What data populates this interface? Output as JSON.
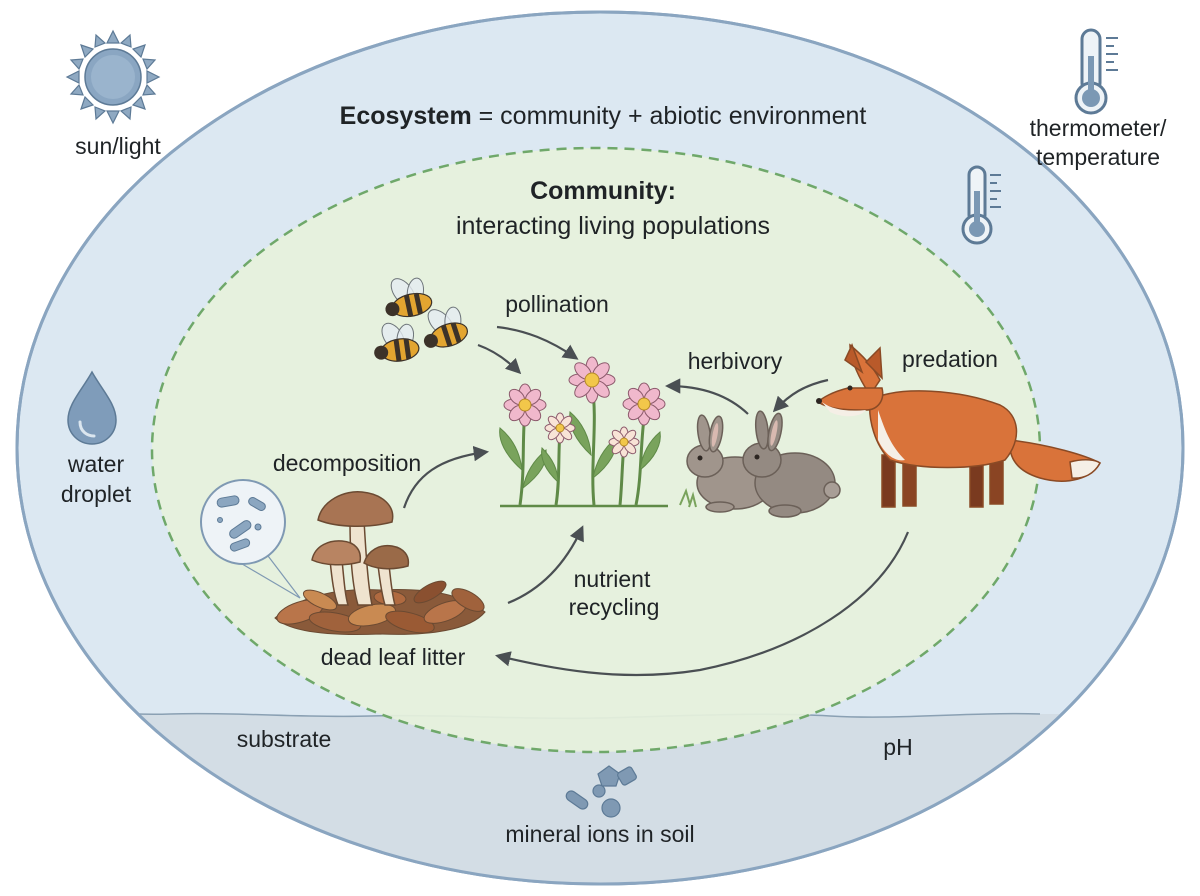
{
  "ecosystem": {
    "title_bold": "Ecosystem",
    "title_rest": " = community + abiotic environment"
  },
  "community": {
    "title": "Community:",
    "subtitle": "interacting living populations"
  },
  "abiotic": {
    "sun": "sun/light",
    "thermometer_line1": "thermometer/",
    "thermometer_line2": "temperature",
    "water_line1": "water",
    "water_line2": "droplet",
    "substrate": "substrate",
    "ph": "pH",
    "minerals": "mineral ions in soil"
  },
  "interactions": {
    "pollination": "pollination",
    "herbivory": "herbivory",
    "predation": "predation",
    "decomposition": "decomposition",
    "nutrient_line1": "nutrient",
    "nutrient_line2": "recycling",
    "litter": "dead leaf litter"
  },
  "icons": [
    "sun-icon",
    "thermometer-icon",
    "water-droplet-icon",
    "bee-icon",
    "flower-icon",
    "rabbit-icon",
    "fox-icon",
    "mushroom-icon",
    "bacteria-icon",
    "leaf-litter-icon",
    "mineral-ions-icon"
  ],
  "colors": {
    "ecosystem_fill": "#dce8f2",
    "ecosystem_stroke": "#8aa5c0",
    "community_fill": "#e6f1dc",
    "community_stroke": "#6fa86a",
    "soil": "#d3dde5",
    "fox": "#d9733a",
    "rabbit": "#9c8f86",
    "arrow": "#4a4f53"
  }
}
